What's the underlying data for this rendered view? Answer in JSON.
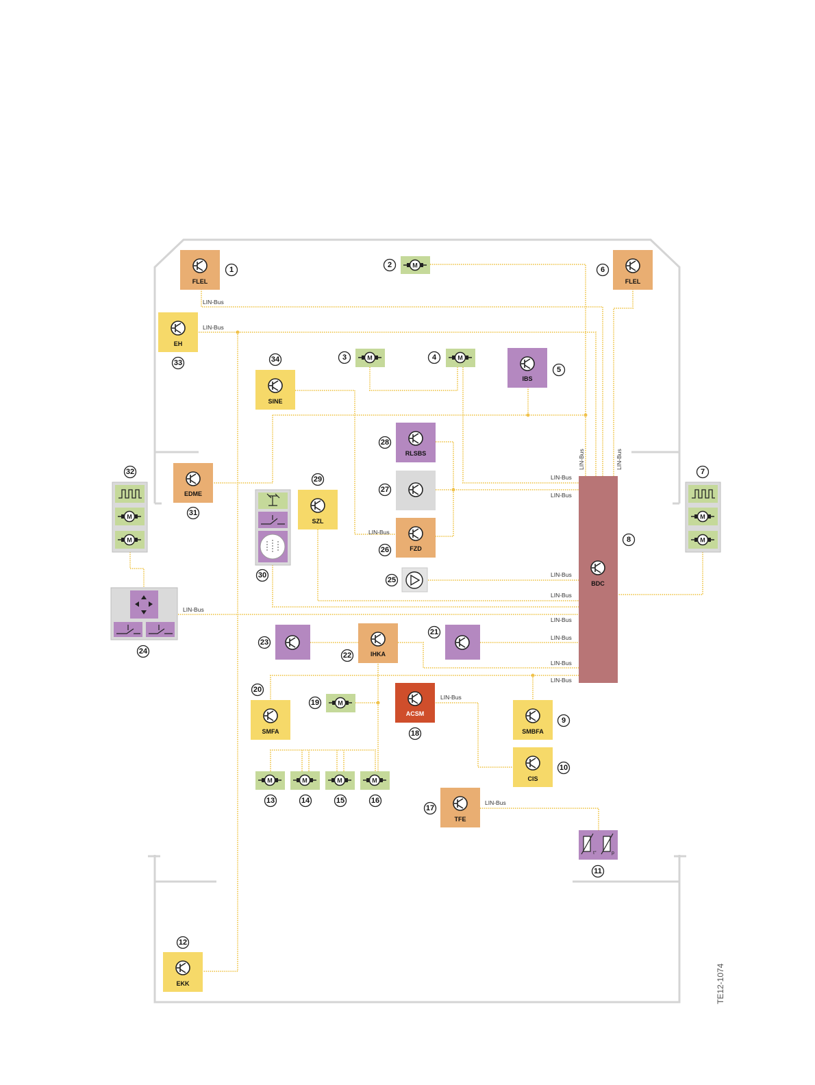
{
  "reference": "TE12-1074",
  "bus_label": "LIN-Bus",
  "colors": {
    "orange": "#e9ae72",
    "yellow": "#f6d969",
    "purple": "#b488c0",
    "green": "#c5d99a",
    "grey": "#dadada",
    "red": "#cf4e2b",
    "bdc": "#b87576",
    "wire": "#f2cf6a",
    "frame": "#d4d4d4"
  },
  "components": [
    {
      "num": "1",
      "label": "FLEL"
    },
    {
      "num": "2",
      "label": ""
    },
    {
      "num": "3",
      "label": ""
    },
    {
      "num": "4",
      "label": ""
    },
    {
      "num": "5",
      "label": "IBS"
    },
    {
      "num": "6",
      "label": "FLEL"
    },
    {
      "num": "7",
      "label": ""
    },
    {
      "num": "8",
      "label": "BDC"
    },
    {
      "num": "9",
      "label": "SMBFA"
    },
    {
      "num": "10",
      "label": "CIS"
    },
    {
      "num": "11",
      "label": ""
    },
    {
      "num": "12",
      "label": "EKK"
    },
    {
      "num": "13",
      "label": ""
    },
    {
      "num": "14",
      "label": ""
    },
    {
      "num": "15",
      "label": ""
    },
    {
      "num": "16",
      "label": ""
    },
    {
      "num": "17",
      "label": "TFE"
    },
    {
      "num": "18",
      "label": "ACSM"
    },
    {
      "num": "19",
      "label": ""
    },
    {
      "num": "20",
      "label": "SMFA"
    },
    {
      "num": "21",
      "label": ""
    },
    {
      "num": "22",
      "label": "IHKA"
    },
    {
      "num": "23",
      "label": ""
    },
    {
      "num": "24",
      "label": ""
    },
    {
      "num": "25",
      "label": ""
    },
    {
      "num": "26",
      "label": "FZD"
    },
    {
      "num": "27",
      "label": ""
    },
    {
      "num": "28",
      "label": "RLSBS"
    },
    {
      "num": "29",
      "label": "SZL"
    },
    {
      "num": "30",
      "label": ""
    },
    {
      "num": "31",
      "label": "EDME"
    },
    {
      "num": "32",
      "label": ""
    },
    {
      "num": "33",
      "label": "EH"
    },
    {
      "num": "34",
      "label": "SINE"
    }
  ]
}
